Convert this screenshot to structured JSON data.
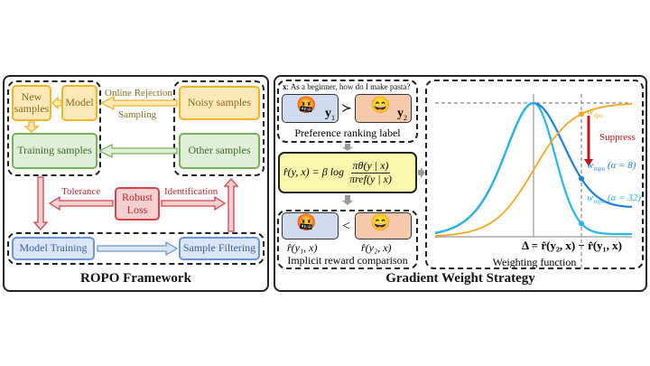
{
  "left_panel": {
    "title": "ROPO Framework",
    "boxes": {
      "new_samples": "New samples",
      "model": "Model",
      "noisy_samples": "Noisy samples",
      "training_samples": "Training samples",
      "other_samples": "Other samples",
      "robust_loss": "Robust Loss",
      "model_training": "Model Training",
      "sample_filtering": "Sample Filtering"
    },
    "labels": {
      "online_rejection": "Online Rejection",
      "sampling": "Sampling",
      "tolerance": "Tolerance",
      "identification": "Identification"
    },
    "colors": {
      "yellow": "#f3b427",
      "green": "#77b259",
      "blue": "#6c95d6",
      "red": "#d4434b"
    }
  },
  "right_panel": {
    "title": "Gradient Weight Strategy",
    "preference": {
      "prompt_var": "x",
      "prompt_text": ": As a beginner, how do I make pasta?",
      "y1": "y",
      "y1_sub": "1",
      "y2": "y",
      "y2_sub": "2",
      "relation": "≻",
      "caption": "Preference ranking label",
      "emoji_bad": "🤬",
      "emoji_good": "😄"
    },
    "formula": {
      "lhs": "r̂(y, x) = β log",
      "numerator": "πθ(y | x)",
      "denominator": "πref(y | x)"
    },
    "comparison": {
      "relation": "<",
      "reward1": "r̂(y₁, x)",
      "reward2": "r̂(y₂, x)",
      "caption": "Implicit reward comparison"
    },
    "chart": {
      "caption": "Weighting function",
      "xlabel": "Δ = r̂(y₂, x) − r̂(y₁, x)",
      "suppress_label": "Suppress",
      "w_dpo": "w",
      "w_dpo_sub": "dpo",
      "w_ropo8": "w",
      "w_ropo8_sub": "ropo",
      "w_ropo8_alpha": "(α = 8)",
      "w_ropo32": "w",
      "w_ropo32_sub": "ropo",
      "w_ropo32_alpha": "(α = 32)",
      "colors": {
        "dpo": "#f5a623",
        "ropo8": "#1f7fe0",
        "ropo32": "#26b5ee",
        "suppress": "#c0151f"
      }
    }
  },
  "chart_data": {
    "type": "line",
    "title": "Weighting function",
    "xlabel": "Δ = r̂(y₂, x) − r̂(y₁, x)",
    "ylabel": "",
    "series": [
      {
        "name": "w_dpo",
        "shape": "sigmoid"
      },
      {
        "name": "w_ropo (α = 8)",
        "shape": "bell-then-plateau"
      },
      {
        "name": "w_ropo (α = 32)",
        "shape": "bell-then-lower-plateau"
      }
    ],
    "annotations": [
      "Suppress"
    ],
    "grid": false
  }
}
